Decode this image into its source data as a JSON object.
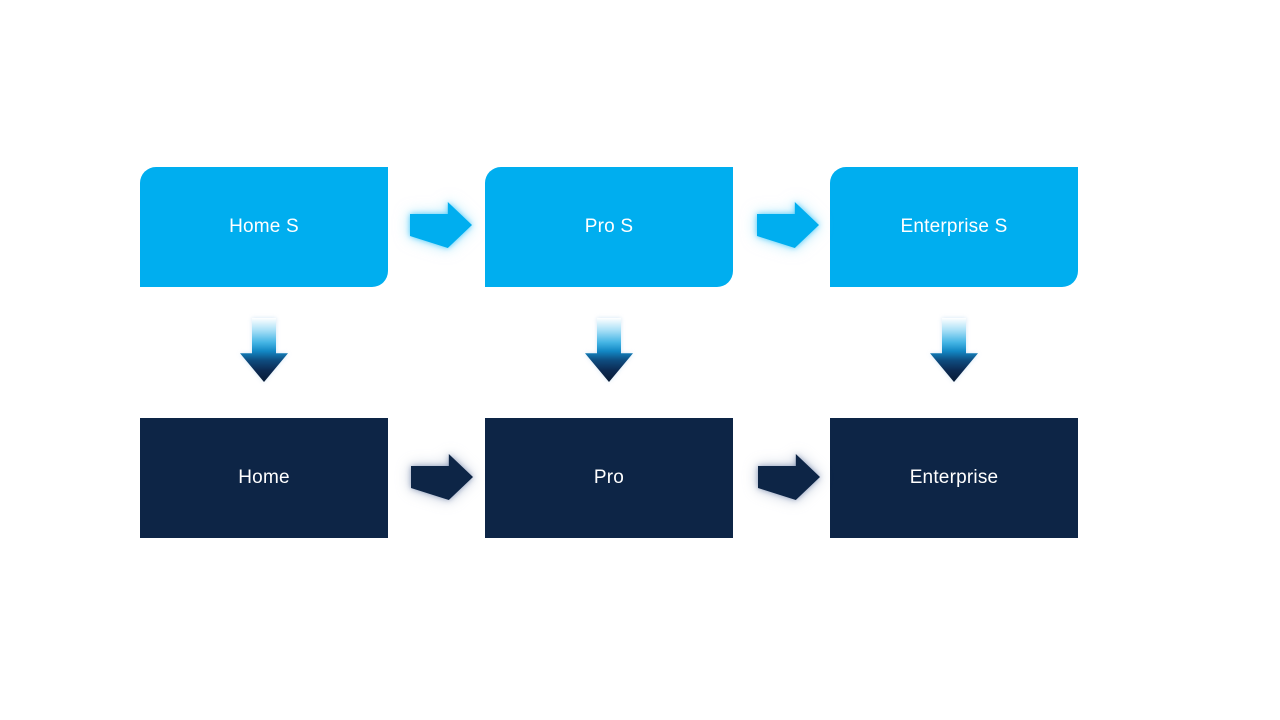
{
  "palette": {
    "background": "#FFFFFF",
    "light_blue": "#00AEEF",
    "dark_navy": "#0D2546",
    "label_text": "#FFFFFF",
    "light_arrow_glow": "#7DD8FA",
    "dark_arrow_glow": "#8A9DC2"
  },
  "icons": {
    "right_arrow": "block-arrow-right",
    "down_arrow": "block-arrow-down-gradient"
  },
  "flow": {
    "top_row": [
      {
        "label": "Home S"
      },
      {
        "label": "Pro S"
      },
      {
        "label": "Enterprise S"
      }
    ],
    "bottom_row": [
      {
        "label": "Home"
      },
      {
        "label": "Pro"
      },
      {
        "label": "Enterprise"
      }
    ],
    "connections": [
      {
        "from": "Home S",
        "to": "Pro S",
        "type": "right-arrow"
      },
      {
        "from": "Pro S",
        "to": "Enterprise S",
        "type": "right-arrow"
      },
      {
        "from": "Home S",
        "to": "Home",
        "type": "down-arrow"
      },
      {
        "from": "Pro S",
        "to": "Pro",
        "type": "down-arrow"
      },
      {
        "from": "Enterprise S",
        "to": "Enterprise",
        "type": "down-arrow"
      },
      {
        "from": "Home",
        "to": "Pro",
        "type": "right-arrow"
      },
      {
        "from": "Pro",
        "to": "Enterprise",
        "type": "right-arrow"
      }
    ]
  }
}
